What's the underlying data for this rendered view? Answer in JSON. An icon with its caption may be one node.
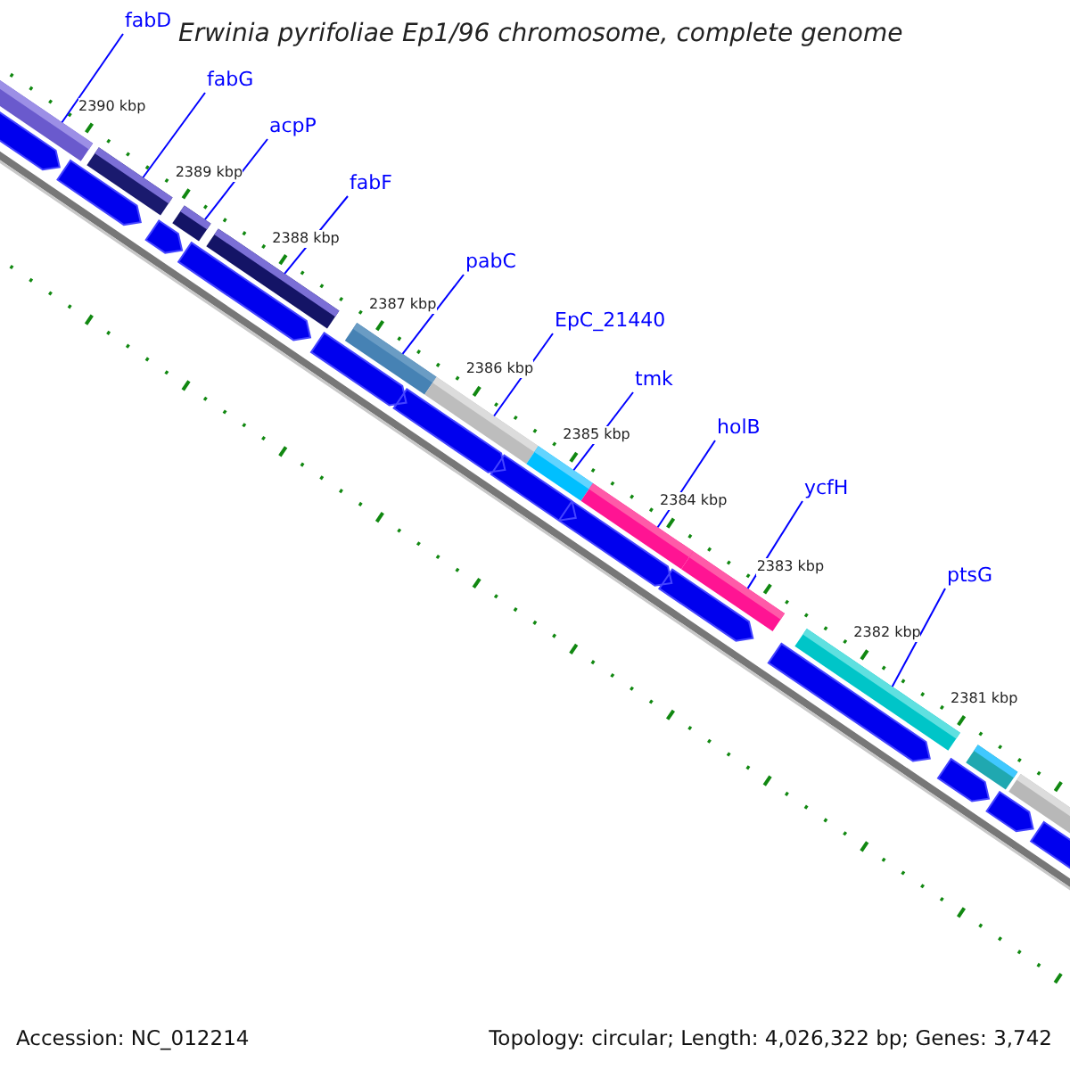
{
  "diagram": {
    "title": "Erwinia pyrifoliae Ep1/96 chromosome, complete genome",
    "nodes": [
      {
        "text": [
          "fabD"
        ]
      },
      {
        "text": [
          "fabG"
        ]
      },
      {
        "text": [
          "acpP"
        ]
      },
      {
        "text": [
          "fabF"
        ]
      },
      {
        "text": [
          "pabC"
        ]
      },
      {
        "text": [
          "EpC_21440"
        ]
      },
      {
        "text": [
          "tmk"
        ]
      },
      {
        "text": [
          "holB"
        ]
      },
      {
        "text": [
          "ycfH"
        ]
      },
      {
        "text": [
          "ptsG"
        ]
      },
      {
        "text": [],
        "shape": "bar"
      },
      {
        "text": [],
        "shape": "bar"
      },
      {
        "text": [],
        "shape": "bar"
      },
      {
        "text": [],
        "shape": "bar"
      },
      {
        "text": [],
        "shape": "bar"
      },
      {
        "text": [],
        "shape": "bar"
      },
      {
        "text": [],
        "shape": "bar"
      },
      {
        "text": [],
        "shape": "bar"
      },
      {
        "text": [],
        "shape": "bar"
      },
      {
        "text": [],
        "shape": "bar"
      }
    ],
    "edges": [
      {
        "from": 0,
        "to": 10,
        "arrow": "none"
      },
      {
        "from": 1,
        "to": 11,
        "arrow": "none"
      },
      {
        "from": 2,
        "to": 12,
        "arrow": "none"
      },
      {
        "from": 3,
        "to": 13,
        "arrow": "none"
      },
      {
        "from": 4,
        "to": 14,
        "arrow": "none"
      },
      {
        "from": 5,
        "to": 15,
        "arrow": "none"
      },
      {
        "from": 6,
        "to": 16,
        "arrow": "none"
      },
      {
        "from": 7,
        "to": 17,
        "arrow": "none"
      },
      {
        "from": 8,
        "to": 18,
        "arrow": "none"
      },
      {
        "from": 9,
        "to": 19,
        "arrow": "none"
      }
    ],
    "labels": [
      "2390 kbp",
      "2389 kbp",
      "2388 kbp",
      "2387 kbp",
      "2386 kbp",
      "2385 kbp",
      "2384 kbp",
      "2383 kbp",
      "2382 kbp",
      "2381 kbp",
      "Accession: NC_012214",
      "Topology: circular; Length: 4,026,322 bp; Genes: 3,742"
    ]
  }
}
